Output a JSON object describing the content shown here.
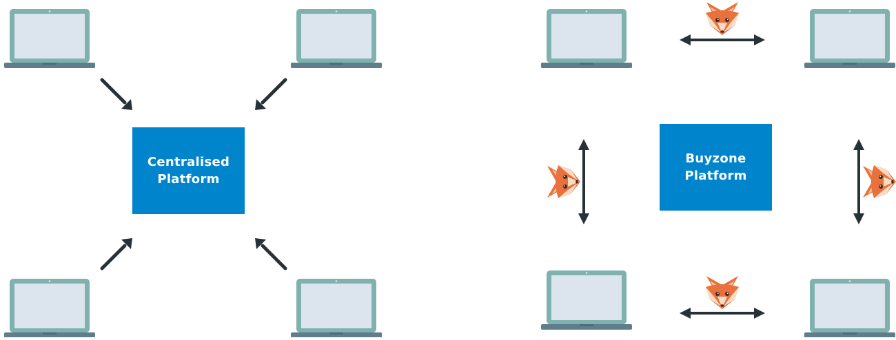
{
  "colors": {
    "platform": "#0085cc",
    "platform_text": "#ffffff",
    "arrow": "#263238",
    "laptop_frame": "#7fb2ae",
    "laptop_screen": "#dce5ee",
    "laptop_base": "#607d8b",
    "fox_orange": "#e8713d",
    "fox_cream": "#f6dcc4"
  },
  "centralised": {
    "label_line1": "Centralised",
    "label_line2": "Platform",
    "laptop_icon": "laptop-icon",
    "arrow_icon": "arrow-icon"
  },
  "buyzone": {
    "label_line1": "Buyzone",
    "label_line2": "Platform",
    "laptop_icon": "laptop-icon",
    "arrow_icon": "double-arrow-icon",
    "fox_icon": "fox-icon"
  }
}
